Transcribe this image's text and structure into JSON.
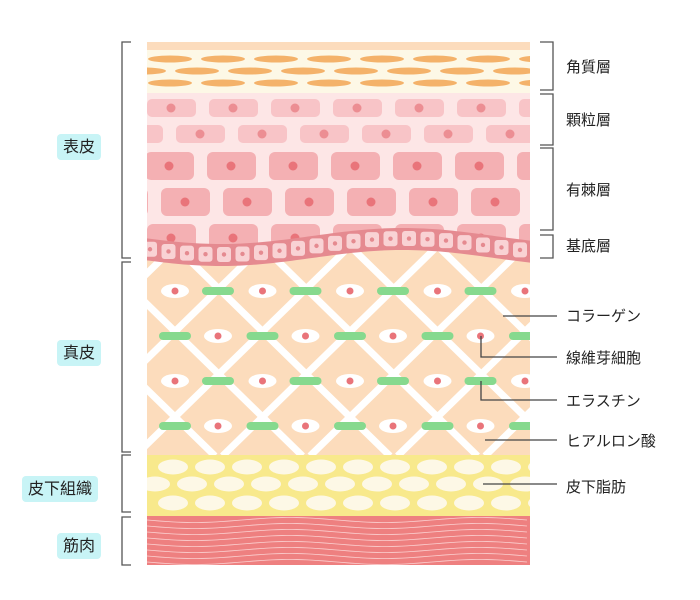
{
  "left_labels": {
    "epidermis": "表皮",
    "dermis": "真皮",
    "subcutis": "皮下組織",
    "muscle": "筋肉"
  },
  "right_labels": {
    "stratum_corneum": "角質層",
    "stratum_granulosum": "顆粒層",
    "stratum_spinosum": "有棘層",
    "stratum_basale": "基底層",
    "collagen": "コラーゲン",
    "fibroblast": "線維芽細胞",
    "elastin": "エラスチン",
    "hyaluronic_acid": "ヒアルロン酸",
    "subcutaneous_fat": "皮下脂肪"
  },
  "colors": {
    "corneum_bg": "#fdf8e6",
    "corneum_cells": "#f4b26a",
    "granular_bg": "#fde6e6",
    "granular_cells": "#f8c4c7",
    "spinous_cells": "#f4b0b3",
    "nucleus": "#e9747a",
    "basal": "#e58a90",
    "dermis": "#fcdcbc",
    "elastin": "#86d98e",
    "fat_bg": "#f8e98c",
    "fat_cells": "#fdf8e6",
    "muscle": "#ee8080",
    "label_box": "#c8f4f6"
  }
}
